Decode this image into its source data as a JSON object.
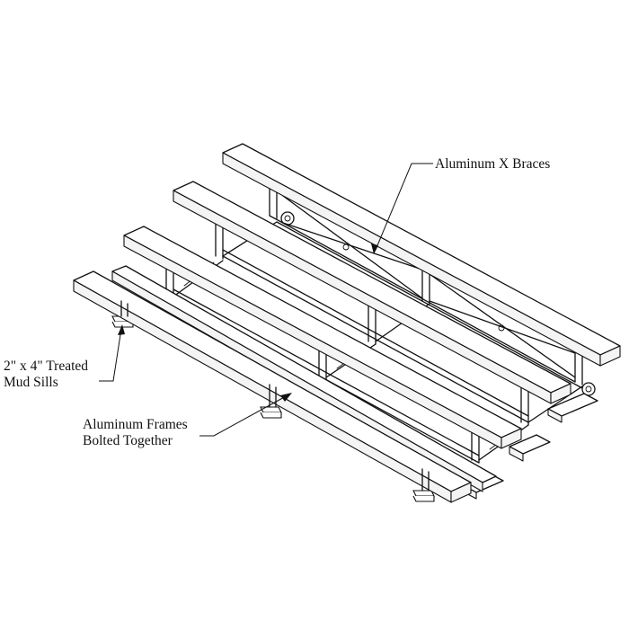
{
  "labels": {
    "braces": "Aluminum X Braces",
    "mud_sills_line1": "2\" x 4\" Treated",
    "mud_sills_line2": "Mud Sills",
    "frames_line1": "Aluminum Frames",
    "frames_line2": "Bolted Together"
  },
  "colors": {
    "line": "#111111",
    "background": "#ffffff"
  }
}
